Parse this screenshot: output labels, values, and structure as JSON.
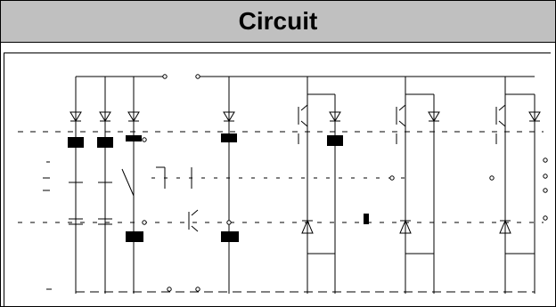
{
  "header": {
    "title": "Circuit"
  },
  "colors": {
    "header_bg": "#c0c0c0",
    "ink": "#000000",
    "bg": "#ffffff"
  },
  "diagram": {
    "description_icons": [
      "diode-symbol",
      "igbt-symbol",
      "capacitor-symbol",
      "resistor-block",
      "terminal-circle"
    ]
  }
}
